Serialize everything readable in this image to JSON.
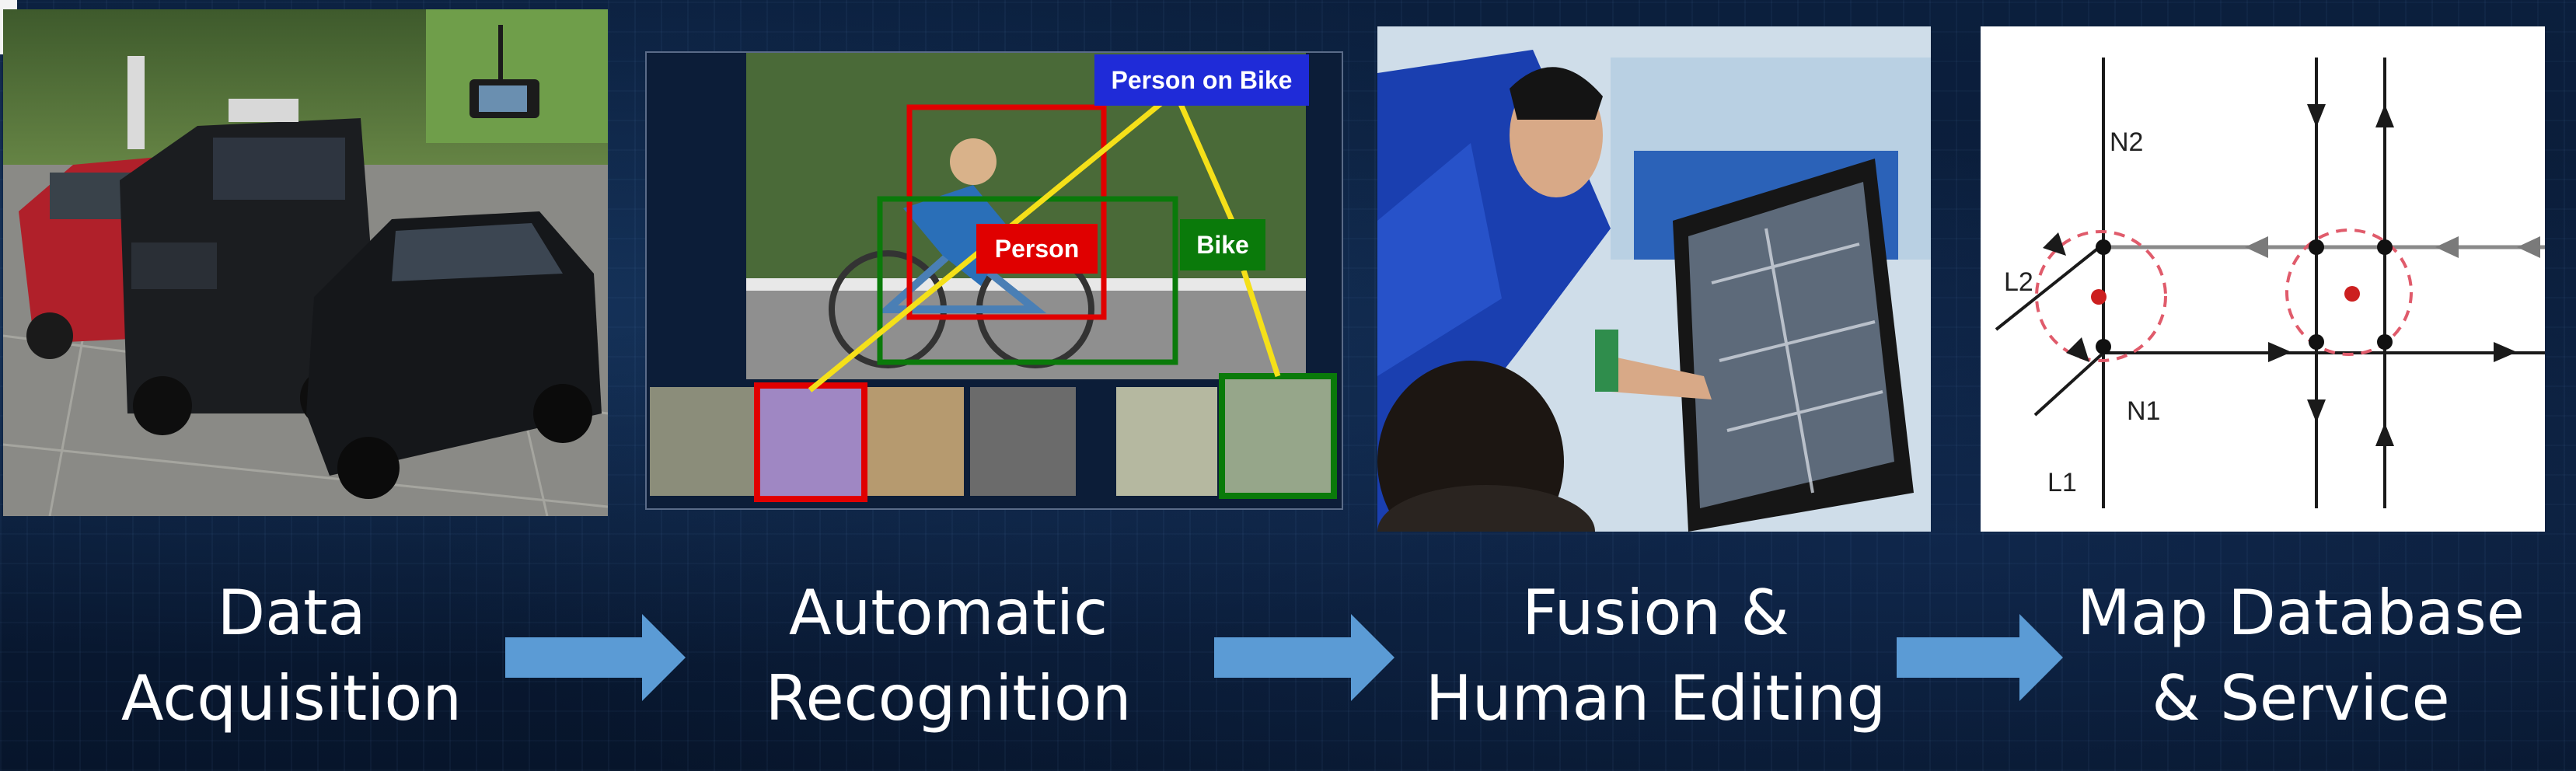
{
  "captions": [
    {
      "line1": "Data",
      "line2": "Acquisition"
    },
    {
      "line1": "Automatic",
      "line2": "Recognition"
    },
    {
      "line1": "Fusion &",
      "line2": "Human Editing"
    },
    {
      "line1": "Map Database",
      "line2": "& Service"
    }
  ],
  "recognition": {
    "person_on_bike": "Person on Bike",
    "person": "Person",
    "bike": "Bike"
  },
  "map_diagram": {
    "n2": "N2",
    "n1": "N1",
    "l2": "L2",
    "l1": "L1"
  },
  "colors": {
    "background": "#0a1a33",
    "arrow": "#5b9bd5",
    "person_on_bike_box": "#1f2bd8",
    "person_box": "#e00000",
    "bike_box": "#0a7a0a",
    "connector": "#f5e019",
    "circle": "#e05b6b"
  }
}
